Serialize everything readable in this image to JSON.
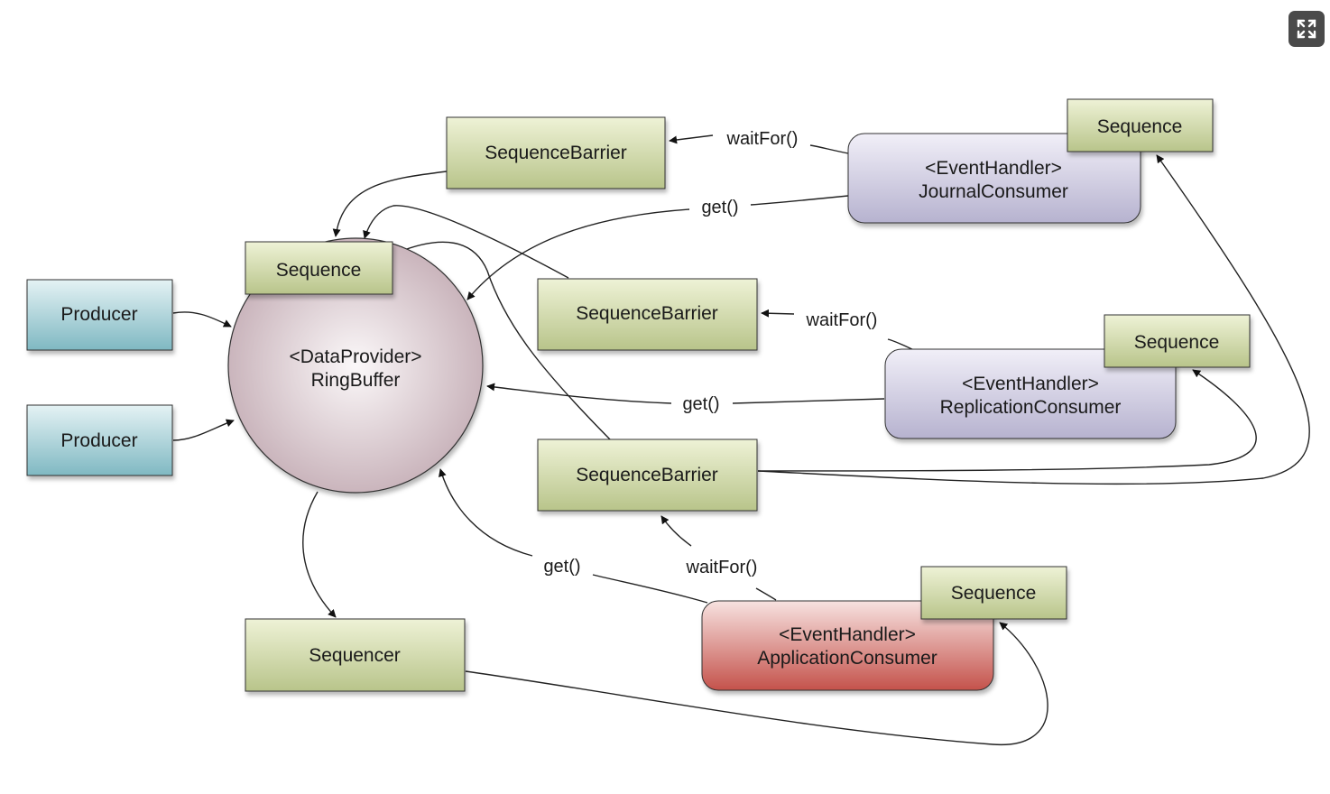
{
  "nodes": {
    "producer_top": "Producer",
    "producer_bottom": "Producer",
    "ring_buffer_line1": "<DataProvider>",
    "ring_buffer_line2": "RingBuffer",
    "ring_sequence": "Sequence",
    "sequencer": "Sequencer",
    "barrier_top": "SequenceBarrier",
    "barrier_middle": "SequenceBarrier",
    "barrier_bottom": "SequenceBarrier",
    "journal_line1": "<EventHandler>",
    "journal_line2": "JournalConsumer",
    "journal_sequence": "Sequence",
    "replication_line1": "<EventHandler>",
    "replication_line2": "ReplicationConsumer",
    "replication_sequence": "Sequence",
    "application_line1": "<EventHandler>",
    "application_line2": "ApplicationConsumer",
    "application_sequence": "Sequence"
  },
  "edge_labels": {
    "journal_waitfor": "waitFor()",
    "journal_get": "get()",
    "replication_waitfor": "waitFor()",
    "replication_get": "get()",
    "application_get": "get()",
    "application_waitfor": "waitFor()"
  },
  "colors": {
    "green_box_top": "#eef2d6",
    "green_box_bottom": "#b8c48a",
    "producer_top": "#e4f2f4",
    "producer_bottom": "#7fb8c2",
    "consumer_top": "#f1eff8",
    "consumer_bottom": "#b6b2cf",
    "application_top": "#f7e2e0",
    "application_bottom": "#c4524b",
    "ring_center": "#fbf8f9",
    "ring_edge": "#c5aeb6"
  },
  "icons": {
    "fullscreen": "expand-icon"
  }
}
